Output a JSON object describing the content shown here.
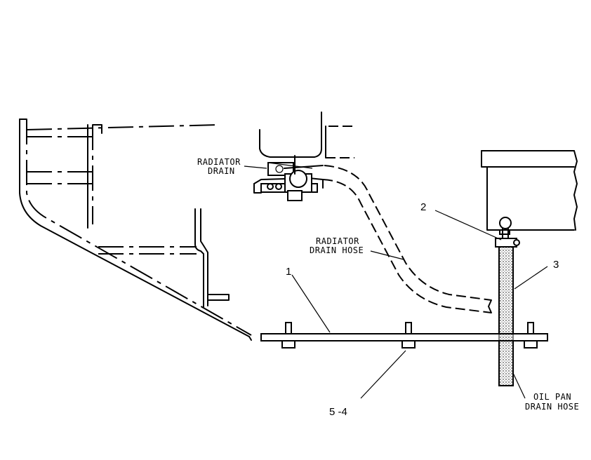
{
  "labels": {
    "radiator_drain_1": "RADIATOR",
    "radiator_drain_2": "DRAIN",
    "radiator_hose_1": "RADIATOR",
    "radiator_hose_2": "DRAIN HOSE",
    "oil_pan_1": "OIL PAN",
    "oil_pan_2": "DRAIN HOSE"
  },
  "callouts": {
    "c1": "1",
    "c2": "2",
    "c3": "3",
    "c54": "5  -4"
  }
}
